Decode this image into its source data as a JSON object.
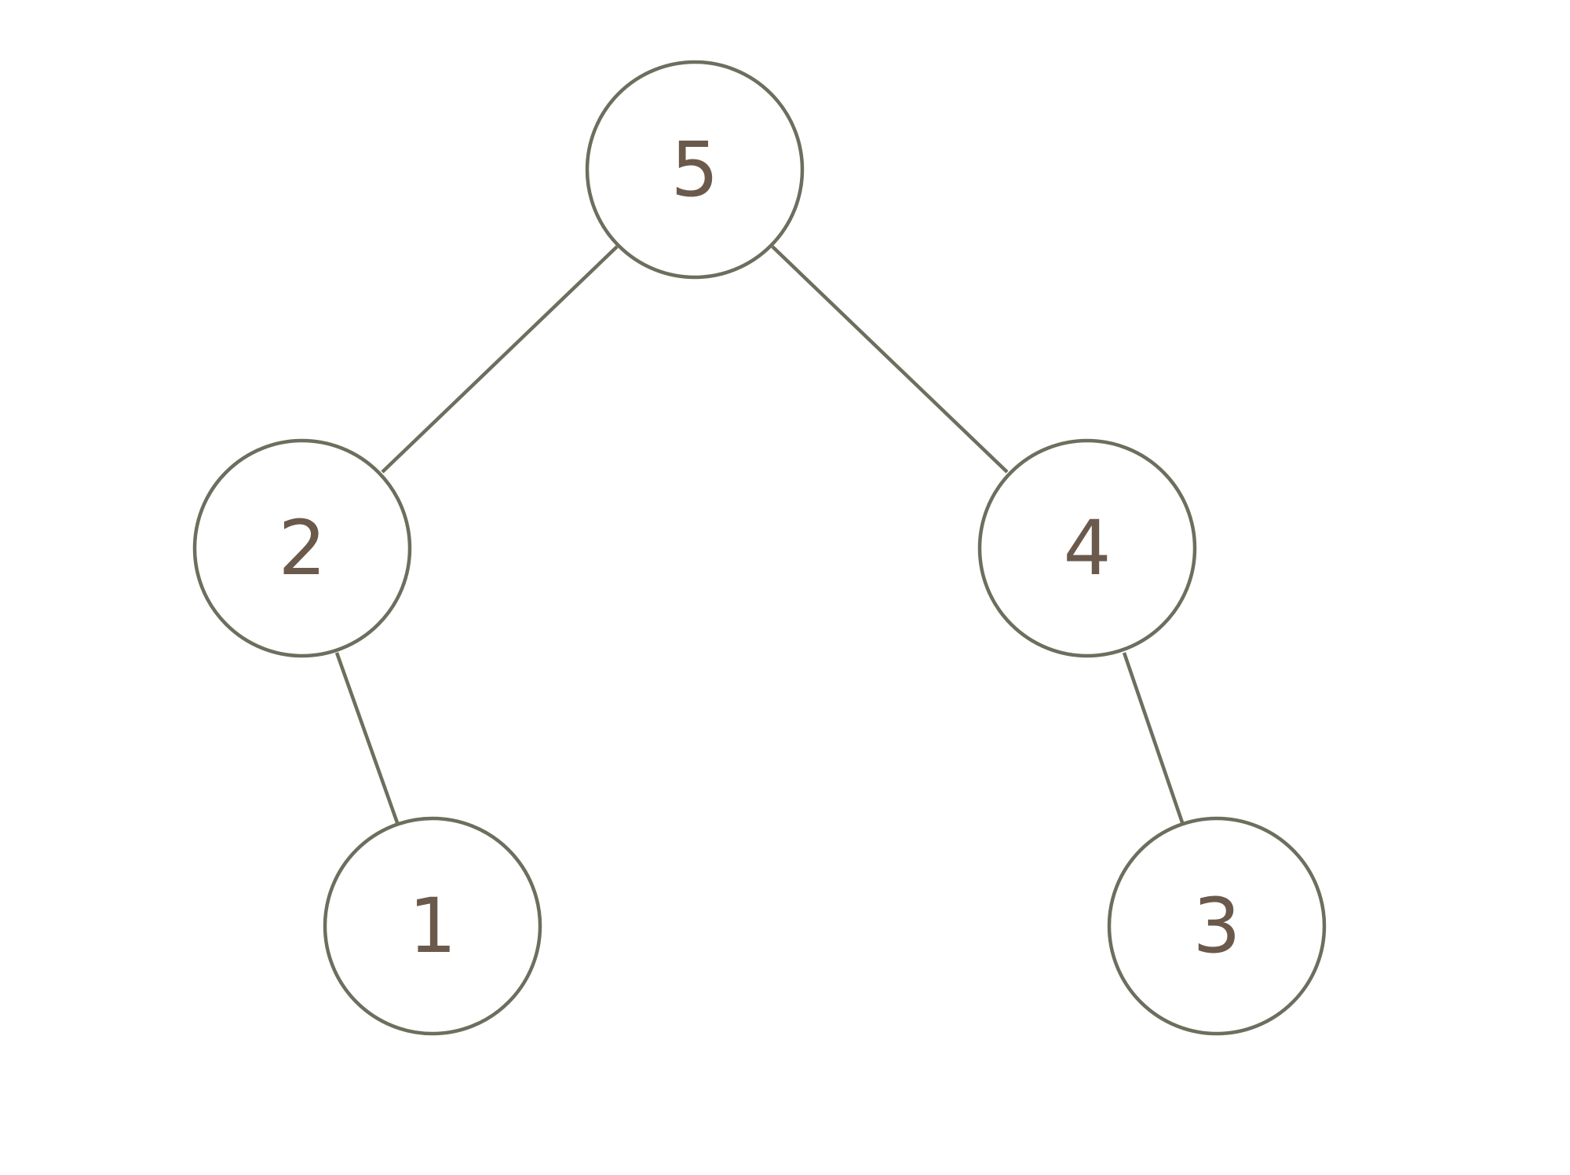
{
  "diagram": {
    "type": "binary-tree",
    "colors": {
      "stroke": "#6e6e5e",
      "label": "#6b5a4c",
      "background": "#ffffff"
    },
    "nodes": [
      {
        "id": "n5",
        "label": "5"
      },
      {
        "id": "n2",
        "label": "2"
      },
      {
        "id": "n4",
        "label": "4"
      },
      {
        "id": "n1",
        "label": "1"
      },
      {
        "id": "n3",
        "label": "3"
      }
    ],
    "edges": [
      {
        "from": "n5",
        "to": "n2"
      },
      {
        "from": "n5",
        "to": "n4"
      },
      {
        "from": "n2",
        "to": "n1"
      },
      {
        "from": "n4",
        "to": "n3"
      }
    ]
  }
}
